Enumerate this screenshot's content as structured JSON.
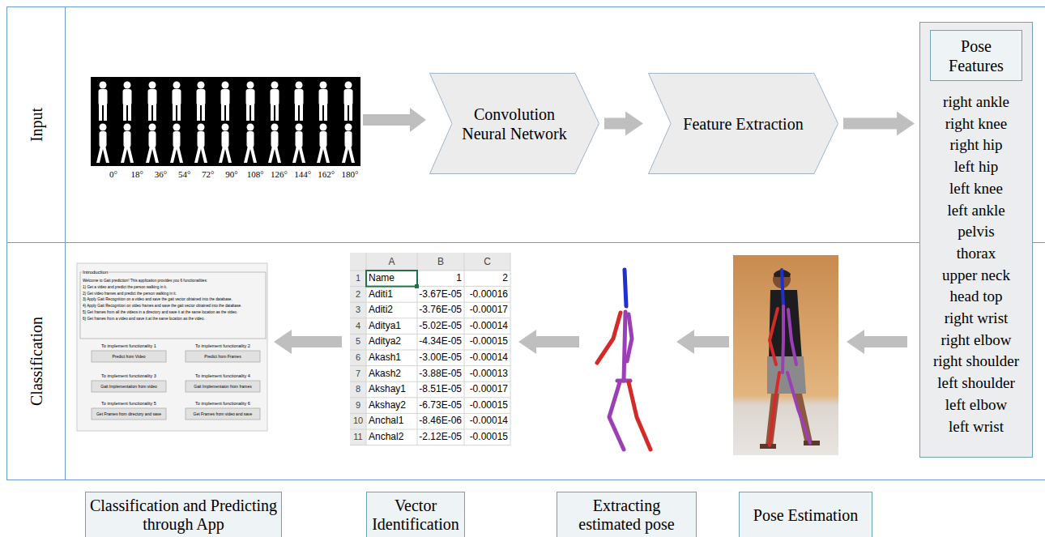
{
  "diagram": {
    "nodes": [
      {
        "text": [
          "Input"
        ]
      },
      {
        "text": [
          "Convolution Neural Network"
        ],
        "in": 0
      },
      {
        "text": [
          "Feature Extraction"
        ],
        "in": 0
      },
      {
        "text": [
          "right ankle",
          "right knee",
          "right hip",
          "left hip",
          "left knee",
          "left ankle",
          "pelvis",
          "thorax",
          "upper neck",
          "head top",
          "right wrist",
          "right elbow",
          "right shoulder",
          "left shoulder",
          "left elbow",
          "left wrist"
        ]
      },
      {
        "text": [
          "Pose Features"
        ],
        "in": 3
      },
      {
        "text": [
          "Classification"
        ]
      },
      {
        "text": [
          "Classification and Predicting through App"
        ]
      },
      {
        "text": [
          "Vector Identification"
        ]
      },
      {
        "text": [
          "Extracting estimated pose"
        ]
      },
      {
        "text": [
          "Pose Estimation"
        ]
      }
    ],
    "edges": [
      {
        "from": 1,
        "to": 2,
        "arrow": "to"
      },
      {
        "from": 2,
        "to": 3,
        "arrow": "to"
      }
    ],
    "labels": [
      "0°",
      "18°",
      "36°",
      "54°",
      "72°",
      "90°",
      "108°",
      "126°",
      "144°",
      "162°",
      "180°",
      "A",
      "B",
      "C",
      "1",
      "2",
      "3",
      "4",
      "5",
      "6",
      "7",
      "8",
      "9",
      "10",
      "11",
      "Name",
      "1",
      "2",
      "Aditi1",
      "-3.67E-05",
      "-0.00016",
      "Aditi2",
      "-3.76E-05",
      "-0.00017",
      "Aditya1",
      "-5.02E-05",
      "-0.00014",
      "Aditya2",
      "-4.34E-05",
      "-0.00015",
      "Akash1",
      "-3.00E-05",
      "-0.00014",
      "Akash2",
      "-3.88E-05",
      "-0.00013",
      "Akshay1",
      "-8.51E-05",
      "-0.00017",
      "Akshay2",
      "-6.73E-05",
      "-0.00015",
      "Anchal1",
      "-8.46E-06",
      "-0.00014",
      "Anchal2",
      "-2.12E-05",
      "-0.00015",
      "Introduction",
      "Welcome to Gait prediction! This application provides you 6 functionalities:",
      "1) Get a video and predict the person walking in it.",
      "2) Get video frames and predict the person walking in it.",
      "3) Apply Gait Recognition on a video and save the gait vector obtained into the database.",
      "4) Apply Gait Recognition on video frames and save the gait vector obtained into the database.",
      "5) Get frames from all the videos in a directory and save it at the same location as the video.",
      "6) Get frames from a video and save it at the same location as the video.",
      "To implement functionality 1",
      "Predict from Video",
      "To implement functionality 2",
      "Predict from Frames",
      "To implement functionality 3",
      "Gait Implementation from video",
      "To implement functionality 4",
      "Gait Implementaion from frames",
      "To implement functionality 5",
      "Get Frames from directory and save",
      "To implement functionality 6",
      "Get Frames from video and save"
    ]
  }
}
